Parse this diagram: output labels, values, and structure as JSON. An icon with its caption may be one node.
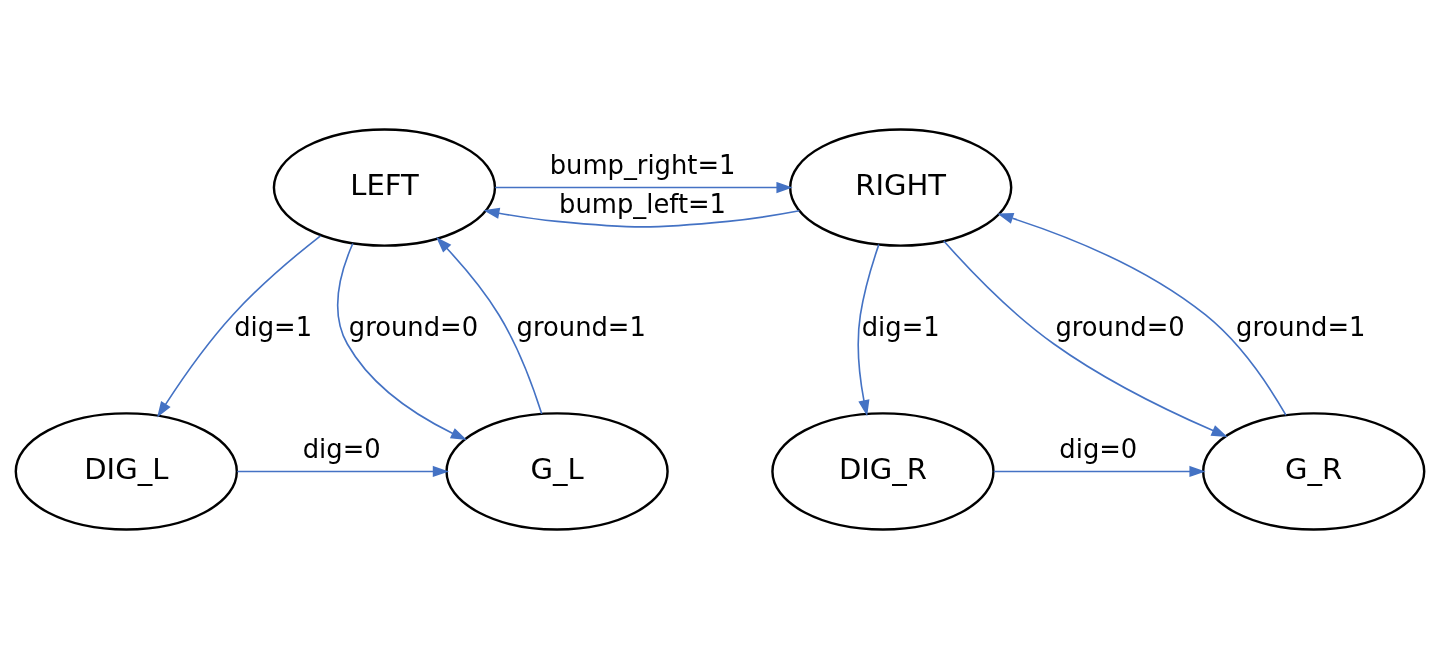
{
  "diagram": {
    "nodes": [
      {
        "text": [
          "LEFT"
        ]
      },
      {
        "text": [
          "RIGHT"
        ]
      },
      {
        "text": [
          "DIG_L"
        ]
      },
      {
        "text": [
          "G_L"
        ]
      },
      {
        "text": [
          "DIG_R"
        ]
      },
      {
        "text": [
          "G_R"
        ]
      }
    ],
    "edges": [
      {
        "from": 0,
        "to": 1,
        "arrow": "to",
        "label": "bump_right=1"
      },
      {
        "from": 1,
        "to": 0,
        "arrow": "to",
        "label": "bump_left=1"
      },
      {
        "from": 0,
        "to": 2,
        "arrow": "to",
        "label": "dig=1"
      },
      {
        "from": 0,
        "to": 3,
        "arrow": "to",
        "label": "ground=0"
      },
      {
        "from": 3,
        "to": 0,
        "arrow": "to",
        "label": "ground=1"
      },
      {
        "from": 2,
        "to": 3,
        "arrow": "to",
        "label": "dig=0"
      },
      {
        "from": 1,
        "to": 4,
        "arrow": "to",
        "label": "dig=1"
      },
      {
        "from": 1,
        "to": 5,
        "arrow": "to",
        "label": "ground=0"
      },
      {
        "from": 5,
        "to": 1,
        "arrow": "to",
        "label": "ground=1"
      },
      {
        "from": 4,
        "to": 5,
        "arrow": "to",
        "label": "dig=0"
      }
    ]
  }
}
